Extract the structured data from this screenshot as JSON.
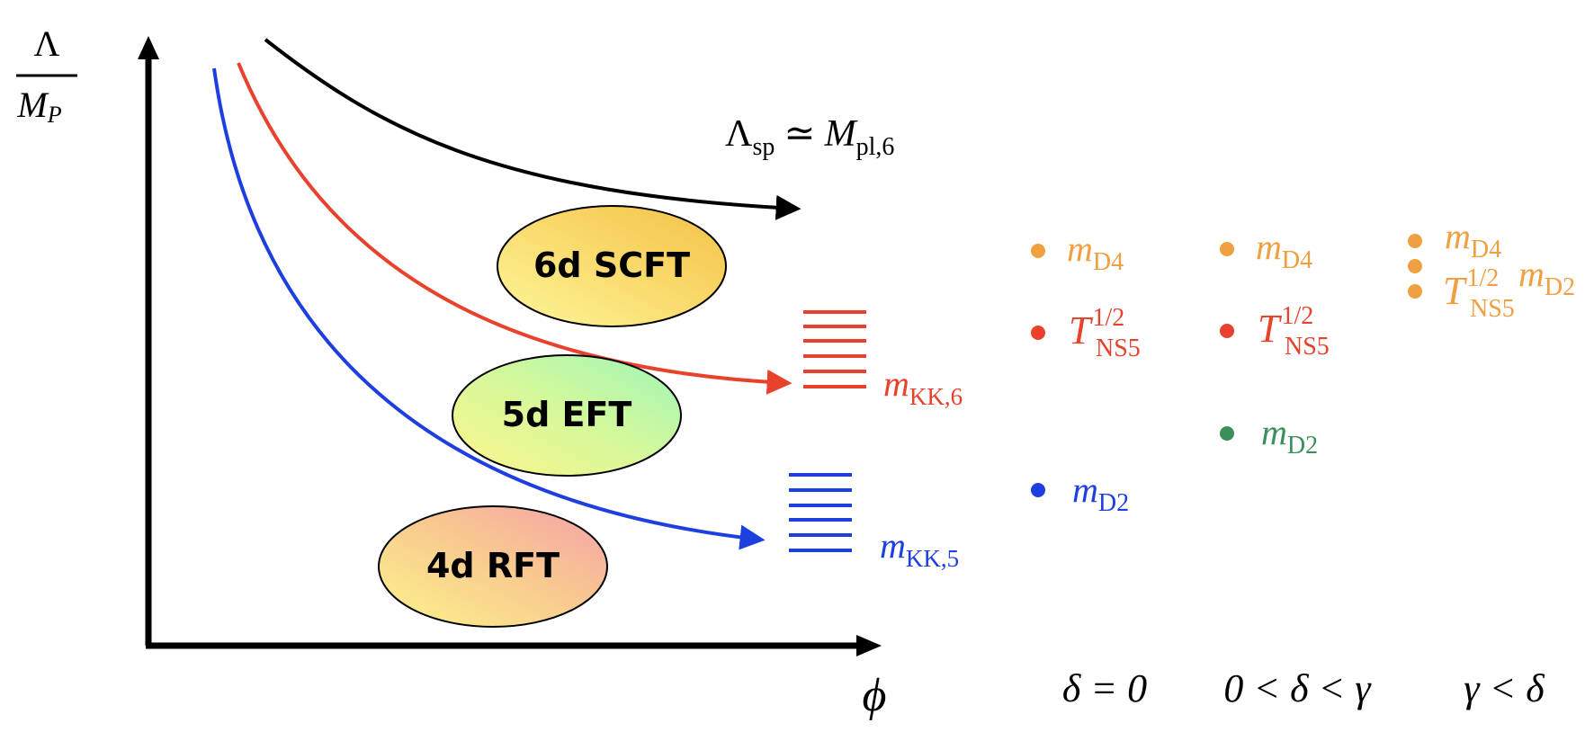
{
  "axes": {
    "y_label_top": "Λ",
    "y_label_bottom_main": "M",
    "y_label_bottom_sub": "P",
    "x_label": "ϕ"
  },
  "curves": {
    "black_label_main": "Λ",
    "black_label_sub": "sp",
    "black_label_rel": "≃",
    "black_label_M": "M",
    "black_label_Msub": "pl,6",
    "red_label_main": "m",
    "red_label_sub": "KK,6",
    "blue_label_main": "m",
    "blue_label_sub": "KK,5"
  },
  "regions": {
    "top": "6d SCFT",
    "middle": "5d EFT",
    "bottom": "4d RFT"
  },
  "columns": [
    {
      "label": "δ = 0",
      "entries": [
        {
          "main": "m",
          "sub": "D4",
          "sup": "",
          "color": "#f0a040"
        },
        {
          "main": "T",
          "sub": "NS5",
          "sup": "1/2",
          "color": "#e8412c"
        },
        {
          "main": "m",
          "sub": "D2",
          "sup": "",
          "color": "#1e3fe0"
        }
      ]
    },
    {
      "label": "0 < δ < γ",
      "entries": [
        {
          "main": "m",
          "sub": "D4",
          "sup": "",
          "color": "#f0a040"
        },
        {
          "main": "T",
          "sub": "NS5",
          "sup": "1/2",
          "color": "#e8412c"
        },
        {
          "main": "m",
          "sub": "D2",
          "sup": "",
          "color": "#3a8f5a"
        }
      ]
    },
    {
      "label": "γ < δ",
      "entries": [
        {
          "main": "m",
          "sub": "D4",
          "sup": "",
          "color": "#f0a040"
        },
        {
          "main": "m",
          "sub": "D2",
          "sup": "",
          "color": "#f0a040"
        },
        {
          "main": "T",
          "sub": "NS5",
          "sup": "1/2",
          "color": "#f0a040"
        }
      ]
    }
  ],
  "colors": {
    "black": "#000000",
    "red": "#e8412c",
    "blue": "#1e3fe0",
    "orange": "#f0a040",
    "green": "#3a8f5a"
  }
}
